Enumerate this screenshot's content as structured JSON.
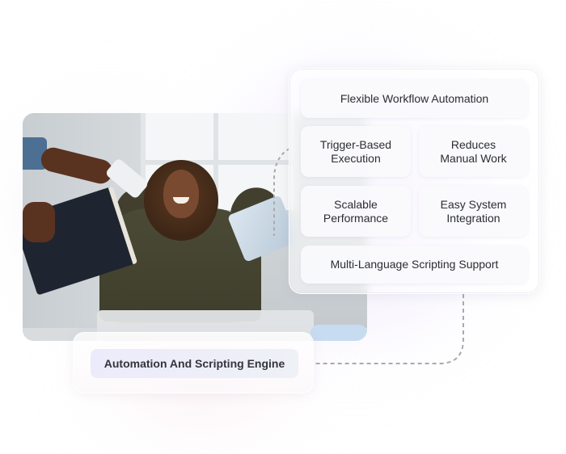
{
  "photo": {
    "description": "smiling woman relaxing at desk while hands hand her a notebook, phone and tablet"
  },
  "features_panel": {
    "cards": [
      {
        "label": "Flexible Workflow Automation"
      },
      {
        "label": "Trigger-Based Execution"
      },
      {
        "label": "Reduces Manual Work"
      },
      {
        "label": "Scalable Performance"
      },
      {
        "label": "Easy System Integration"
      },
      {
        "label": "Multi-Language Scripting Support"
      }
    ]
  },
  "engine_label": {
    "text": "Automation And Scripting Engine"
  },
  "colors": {
    "card_text": "#2b2d33",
    "label_text": "#33353c",
    "label_pill_start": "#ecebfb",
    "label_pill_end": "#eef1f6",
    "connector": "#a9a9ae"
  }
}
